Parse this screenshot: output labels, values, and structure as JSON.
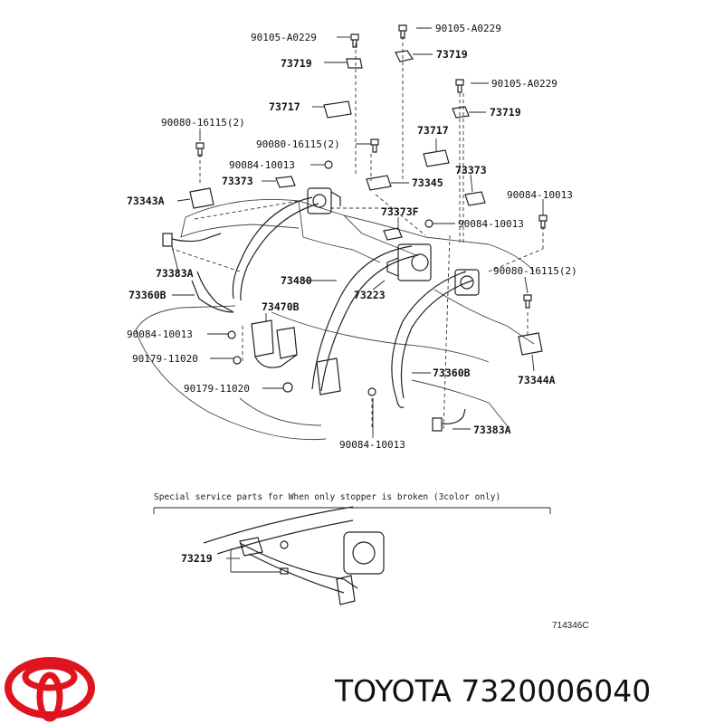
{
  "labels": [
    {
      "key": "bolt_top_left",
      "text": "90105-A0229"
    },
    {
      "key": "bolt_top_right",
      "text": "90105-A0229"
    },
    {
      "key": "bolt_right",
      "text": "90105-A0229"
    },
    {
      "key": "anchor_top_left",
      "text": "73719"
    },
    {
      "key": "anchor_top_right",
      "text": "73719"
    },
    {
      "key": "anchor_right",
      "text": "73719"
    },
    {
      "key": "cover_left",
      "text": "73717"
    },
    {
      "key": "cover_right",
      "text": "73717"
    },
    {
      "key": "bolt_2_left",
      "text": "90080-16115(2)"
    },
    {
      "key": "bolt_2_center",
      "text": "90080-16115(2)"
    },
    {
      "key": "bolt_2_right",
      "text": "90080-16115(2)"
    },
    {
      "key": "nut_top",
      "text": "90084-10013"
    },
    {
      "key": "nut_right",
      "text": "90084-10013"
    },
    {
      "key": "nut_center",
      "text": "90084-10013"
    },
    {
      "key": "nut_left",
      "text": "90084-10013"
    },
    {
      "key": "nut_bottom",
      "text": "90084-10013"
    },
    {
      "key": "guide_left",
      "text": "73373"
    },
    {
      "key": "guide_right",
      "text": "73373"
    },
    {
      "key": "guide_center",
      "text": "73373F"
    },
    {
      "key": "plate_left",
      "text": "73343A"
    },
    {
      "key": "plate_center",
      "text": "73345"
    },
    {
      "key": "plate_right",
      "text": "73344A"
    },
    {
      "key": "harness_left",
      "text": "73383A"
    },
    {
      "key": "harness_right",
      "text": "73383A"
    },
    {
      "key": "buckle_left",
      "text": "73360B"
    },
    {
      "key": "buckle_right",
      "text": "73360B"
    },
    {
      "key": "belt_center",
      "text": "73480"
    },
    {
      "key": "retractor_center",
      "text": "73223"
    },
    {
      "key": "buckle_center",
      "text": "73470B"
    },
    {
      "key": "screw_a",
      "text": "90179-11020"
    },
    {
      "key": "screw_b",
      "text": "90179-11020"
    },
    {
      "key": "stopper",
      "text": "73219"
    }
  ],
  "note": "Special service parts for When only stopper is broken (3color only)",
  "drawing_code": "714346C",
  "brand": {
    "logo_name": "TOYOTA",
    "caption": "TOYOTA 7320006040",
    "logo_color": "#e0141e"
  }
}
